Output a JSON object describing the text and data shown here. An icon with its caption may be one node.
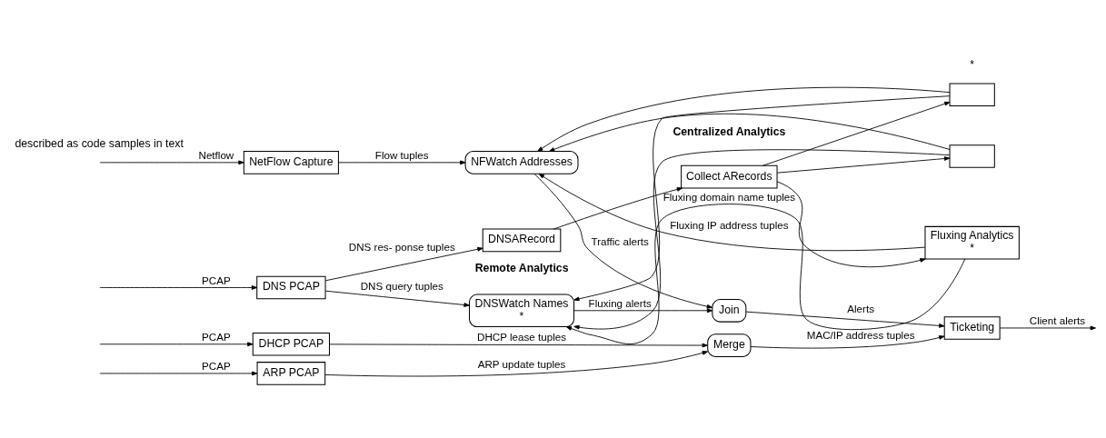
{
  "diagram": {
    "nodes": [
      {
        "text": [
          "DNS PCAP"
        ]
      },
      {
        "text": [
          "DNSWatch Names",
          "*"
        ]
      },
      {
        "text": [
          "DNSARecord"
        ]
      },
      {
        "text": [
          "Collect ARecords"
        ]
      },
      {
        "text": [],
        "shape": "box"
      },
      {
        "text": [],
        "shape": "box"
      },
      {
        "text": [
          "Fluxing Analytics",
          "*"
        ]
      },
      {
        "text": [
          "NetFlow Capture"
        ]
      },
      {
        "text": [
          "NFWatch Addresses"
        ]
      },
      {
        "text": [
          "ARP PCAP"
        ]
      },
      {
        "text": [
          "DHCP PCAP"
        ]
      },
      {
        "text": [
          "Join"
        ]
      },
      {
        "text": [
          "Merge"
        ]
      },
      {
        "text": [
          "Ticketing"
        ]
      }
    ],
    "edges": [
      {
        "from": null,
        "to": 0,
        "arrow": "to",
        "label": "PCAP"
      },
      {
        "from": 0,
        "to": 1,
        "arrow": "to",
        "label": "DNS query tuples"
      },
      {
        "from": 0,
        "to": 2,
        "arrow": "to",
        "label": "DNS res- ponse tuples"
      },
      {
        "from": 2,
        "to": 3,
        "arrow": "to"
      },
      {
        "from": 3,
        "to": 4,
        "arrow": "to"
      },
      {
        "from": 3,
        "to": 5,
        "arrow": "to"
      },
      {
        "from": 3,
        "to": 6,
        "arrow": "to"
      },
      {
        "from": 4,
        "to": 1,
        "arrow": "to"
      },
      {
        "from": 5,
        "to": 1,
        "arrow": "to"
      },
      {
        "from": 6,
        "to": 1,
        "arrow": "to",
        "label": "Fluxing domain name tuples"
      },
      {
        "from": 4,
        "to": 8,
        "arrow": "to"
      },
      {
        "from": 5,
        "to": 8,
        "arrow": "to"
      },
      {
        "from": 6,
        "to": 8,
        "arrow": "to",
        "label": "Fluxing IP address tuples"
      },
      {
        "from": null,
        "to": 7,
        "arrow": "to",
        "label": "Netflow"
      },
      {
        "from": 7,
        "to": 8,
        "arrow": "to",
        "label": "Flow tuples"
      },
      {
        "from": 1,
        "to": 11,
        "arrow": "to",
        "label": "Fluxing alerts"
      },
      {
        "from": 8,
        "to": 11,
        "arrow": "to",
        "label": "Traffic alerts"
      },
      {
        "from": null,
        "to": 9,
        "arrow": "to",
        "label": "PCAP"
      },
      {
        "from": null,
        "to": 10,
        "arrow": "to",
        "label": "PCAP"
      },
      {
        "from": 9,
        "to": 12,
        "arrow": "to",
        "label": "ARP update tuples"
      },
      {
        "from": 10,
        "to": 12,
        "arrow": "to",
        "label": "DHCP lease tuples"
      },
      {
        "from": 11,
        "to": 13,
        "arrow": "to",
        "label": "Alerts"
      },
      {
        "from": 12,
        "to": 13,
        "arrow": "to",
        "label": "MAC/IP address tuples"
      },
      {
        "from": 13,
        "to": null,
        "arrow": "to",
        "label": "Client alerts"
      }
    ],
    "labels": [
      "Remote Analytics",
      "Centralized Analytics",
      "*",
      "described as code samples in text"
    ]
  }
}
